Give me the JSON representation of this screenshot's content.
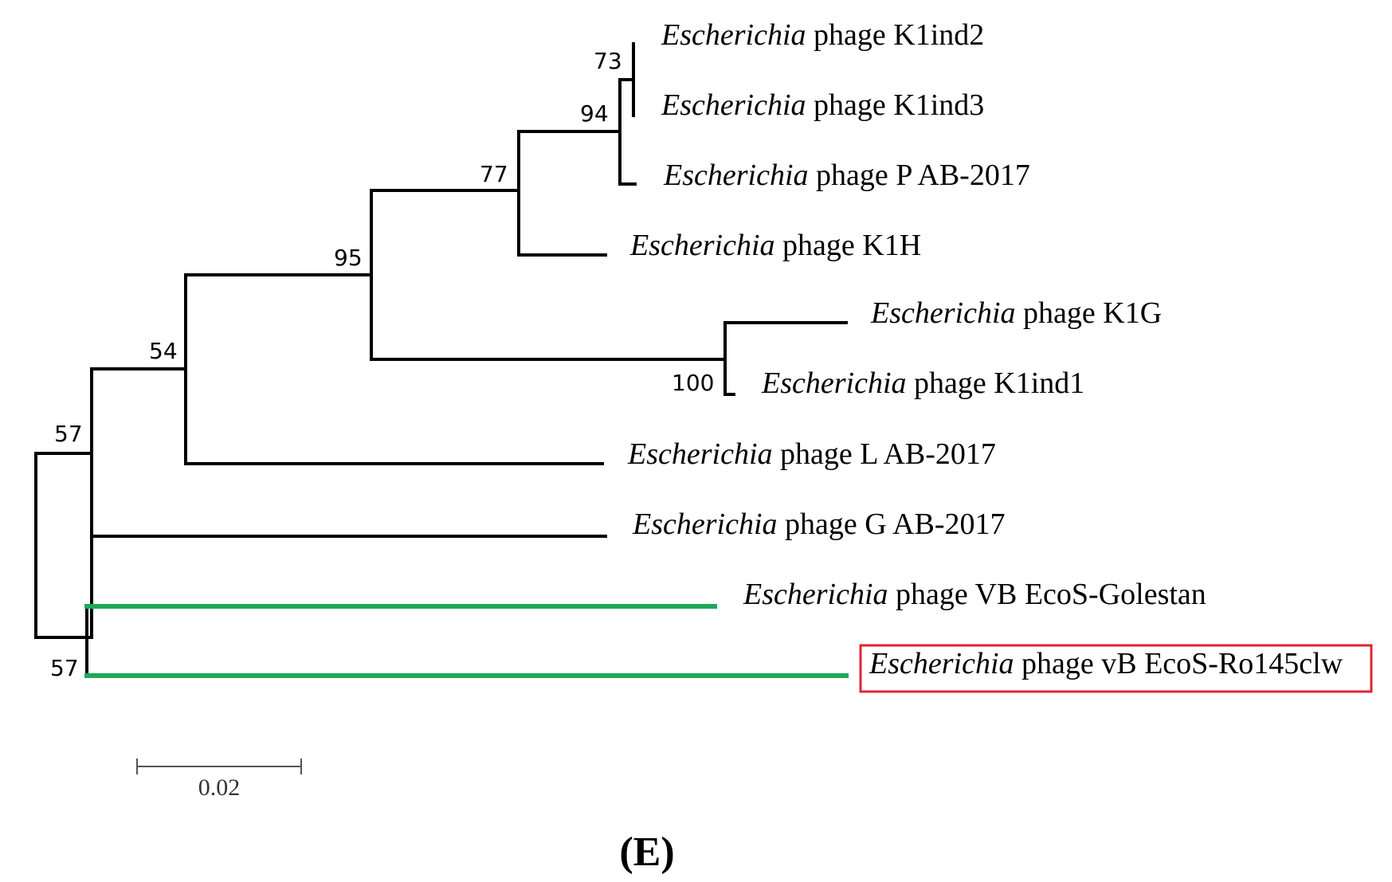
{
  "figure": {
    "panel_label": "(E)",
    "scale_bar_label": "0.02",
    "highlight_color": "#1fa85a",
    "box_color": "#e0262d"
  },
  "tree": {
    "taxa": [
      {
        "genus": "Escherichia",
        "rest": " phage K1ind2"
      },
      {
        "genus": "Escherichia",
        "rest": " phage K1ind3"
      },
      {
        "genus": "Escherichia",
        "rest": " phage P AB-2017"
      },
      {
        "genus": "Escherichia",
        "rest": " phage K1H"
      },
      {
        "genus": "Escherichia",
        "rest": " phage K1G"
      },
      {
        "genus": "Escherichia",
        "rest": " phage K1ind1"
      },
      {
        "genus": "Escherichia",
        "rest": " phage L AB-2017"
      },
      {
        "genus": "Escherichia",
        "rest": " phage G AB-2017"
      },
      {
        "genus": "Escherichia",
        "rest": " phage VB EcoS-Golestan"
      },
      {
        "genus": "Escherichia",
        "rest": " phage vB EcoS-Ro145clw"
      }
    ],
    "support_values": [
      "73",
      "94",
      "77",
      "95",
      "100",
      "54",
      "57",
      "57"
    ]
  }
}
